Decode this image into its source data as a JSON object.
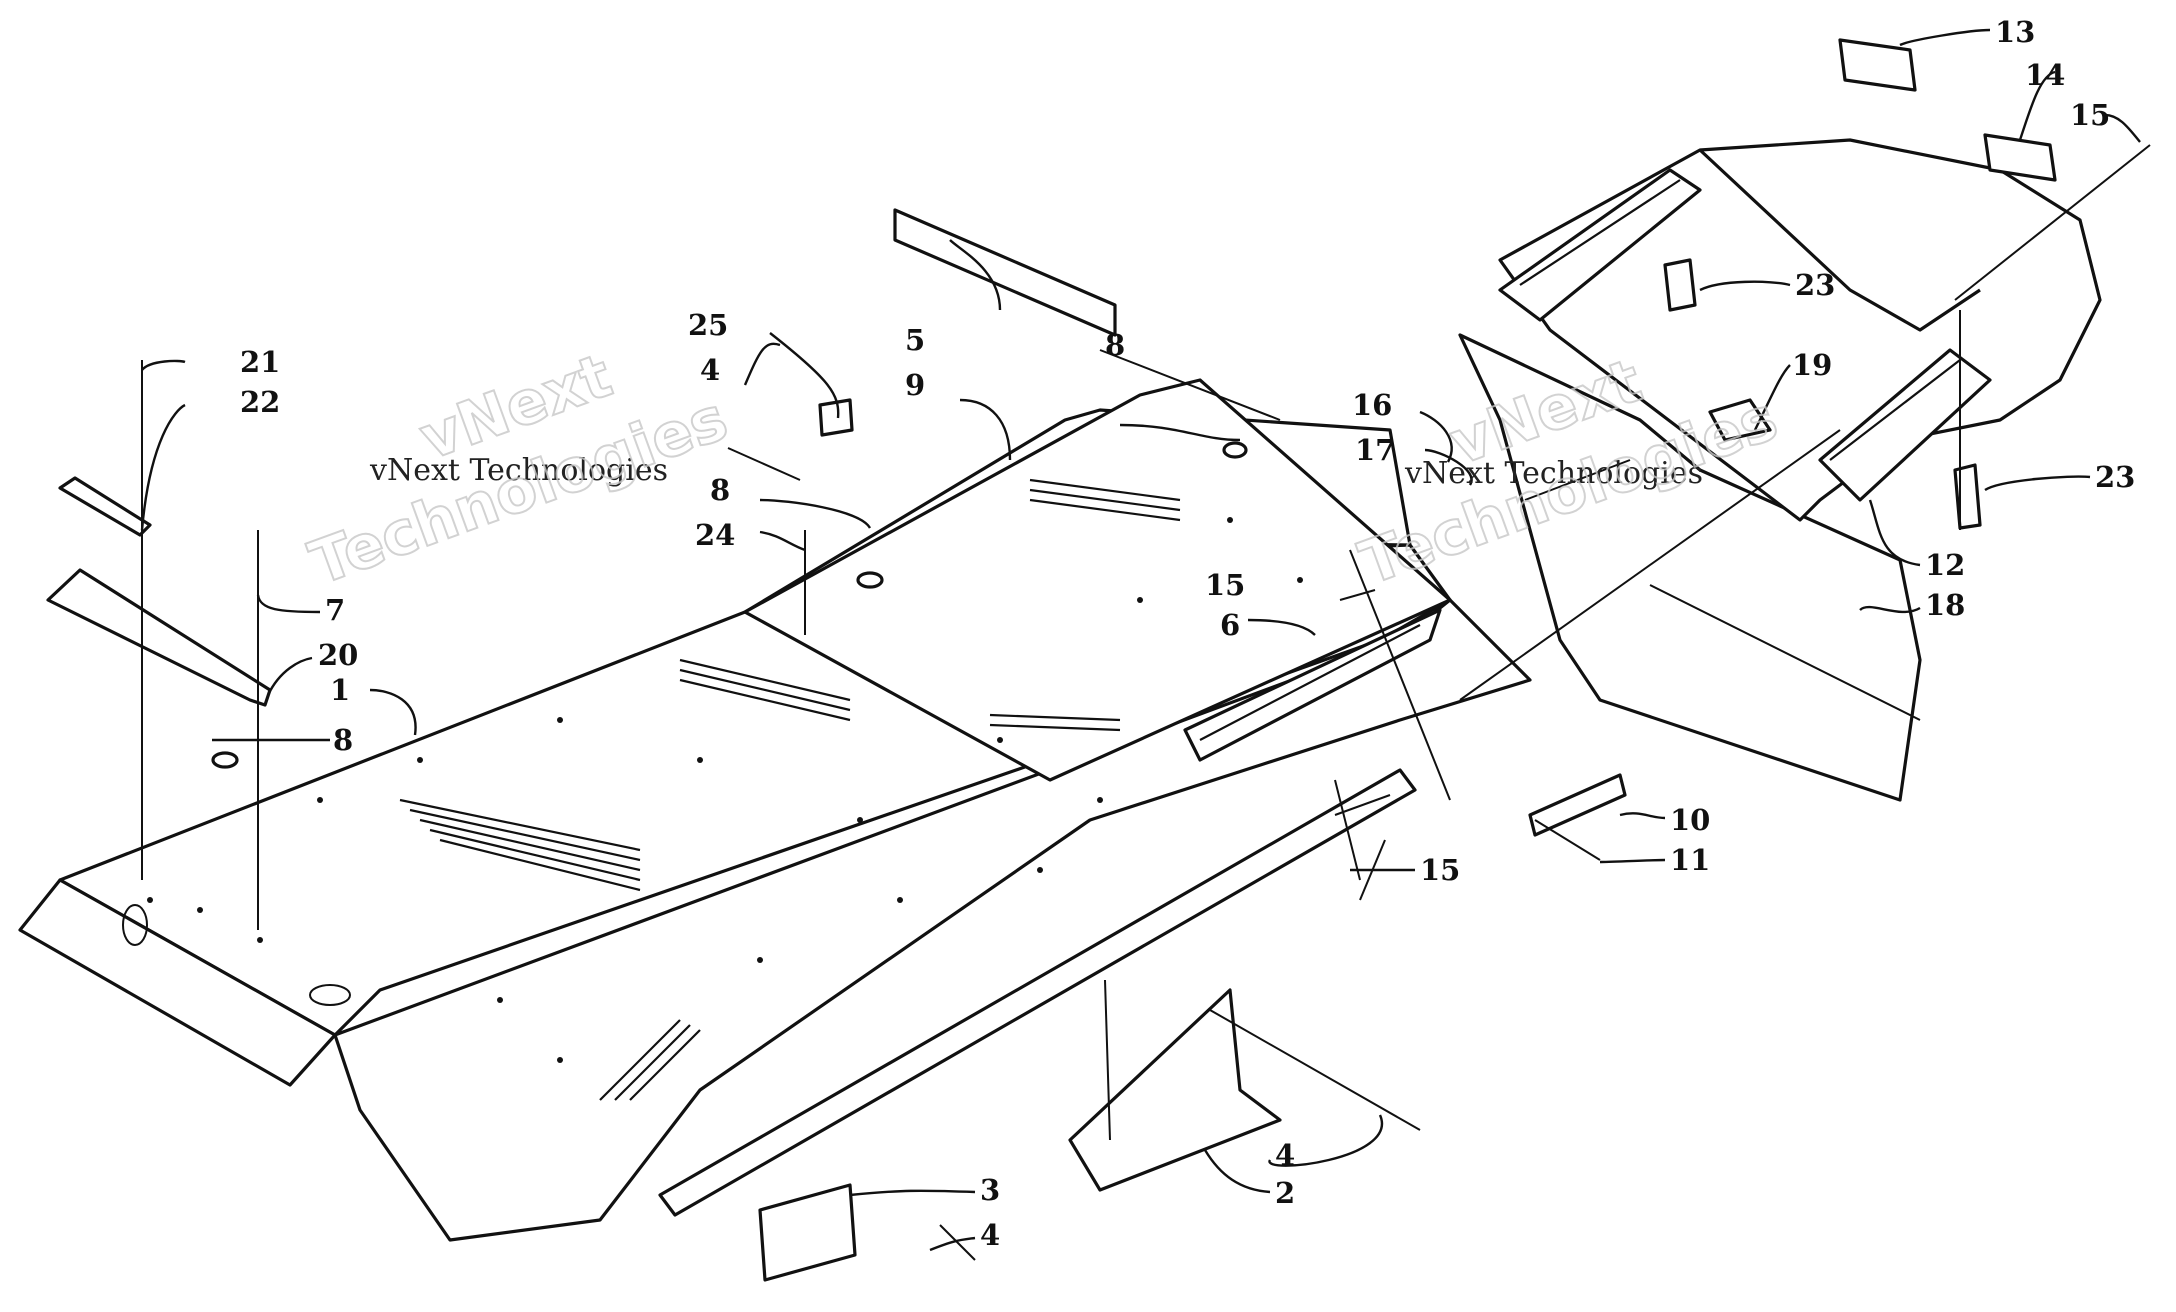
{
  "callouts": [
    {
      "id": "c1",
      "text": "1"
    },
    {
      "id": "c2",
      "text": "2"
    },
    {
      "id": "c3",
      "text": "3"
    },
    {
      "id": "c4a",
      "text": "4"
    },
    {
      "id": "c4b",
      "text": "4"
    },
    {
      "id": "c4c",
      "text": "4"
    },
    {
      "id": "c5",
      "text": "5"
    },
    {
      "id": "c6",
      "text": "6"
    },
    {
      "id": "c7",
      "text": "7"
    },
    {
      "id": "c8a",
      "text": "8"
    },
    {
      "id": "c8b",
      "text": "8"
    },
    {
      "id": "c8c",
      "text": "8"
    },
    {
      "id": "c9",
      "text": "9"
    },
    {
      "id": "c10",
      "text": "10"
    },
    {
      "id": "c11",
      "text": "11"
    },
    {
      "id": "c12",
      "text": "12"
    },
    {
      "id": "c13",
      "text": "13"
    },
    {
      "id": "c14",
      "text": "14"
    },
    {
      "id": "c15a",
      "text": "15"
    },
    {
      "id": "c15b",
      "text": "15"
    },
    {
      "id": "c15c",
      "text": "15"
    },
    {
      "id": "c16",
      "text": "16"
    },
    {
      "id": "c17",
      "text": "17"
    },
    {
      "id": "c18",
      "text": "18"
    },
    {
      "id": "c19",
      "text": "19"
    },
    {
      "id": "c20",
      "text": "20"
    },
    {
      "id": "c21",
      "text": "21"
    },
    {
      "id": "c22",
      "text": "22"
    },
    {
      "id": "c23a",
      "text": "23"
    },
    {
      "id": "c23b",
      "text": "23"
    },
    {
      "id": "c24",
      "text": "24"
    },
    {
      "id": "c25",
      "text": "25"
    }
  ],
  "watermarks": [
    {
      "line1": "vNext",
      "line2": "vNext Technologies",
      "line3": "Technologies"
    },
    {
      "line1": "vNext",
      "line2": "vNext Technologies",
      "line3": "Technologies"
    }
  ]
}
